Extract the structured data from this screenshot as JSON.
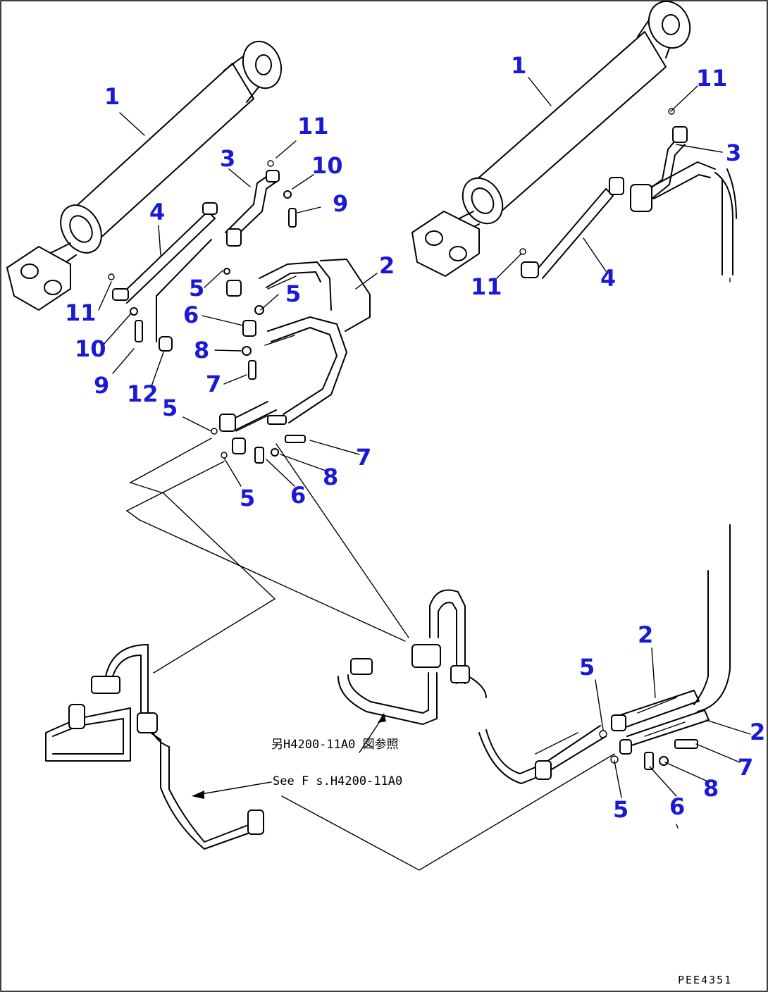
{
  "colors": {
    "callout": "#1a1ad6",
    "line": "#000000",
    "background": "#ffffff"
  },
  "callouts": {
    "c1": "1",
    "c2": "2",
    "c3": "3",
    "c4": "4",
    "c5": "5",
    "c6": "6",
    "c7": "7",
    "c8": "8",
    "c9": "9",
    "c10": "10",
    "c11": "11",
    "c12": "12"
  },
  "note": {
    "line1": "另H4200-11A0 図参照",
    "line2": "See F s.H4200-11A0"
  },
  "drawing_code": "PEE4351"
}
